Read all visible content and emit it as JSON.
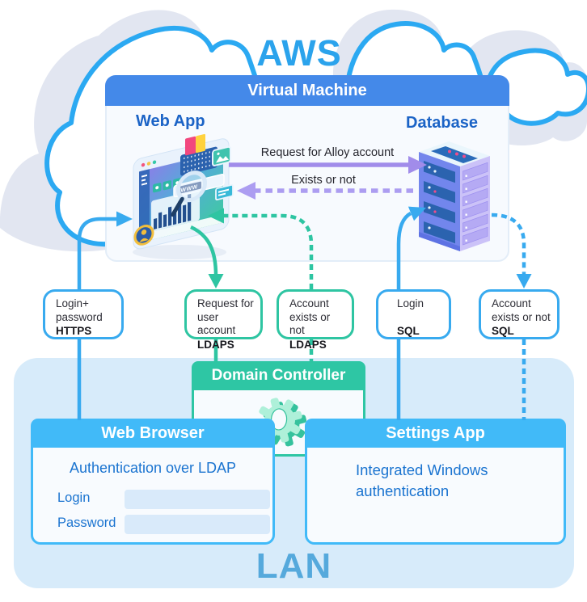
{
  "cloud": {
    "provider_label": "AWS"
  },
  "virtual_machine": {
    "title": "Virtual Machine",
    "web_app_label": "Web App",
    "database_label": "Database",
    "request_arrow_label": "Request for Alloy account",
    "response_arrow_label": "Exists or not",
    "www_text": "WWW"
  },
  "protocol_labels": [
    {
      "line1": "Login+",
      "line2": "password",
      "protocol": "HTTPS"
    },
    {
      "line1": "Request for",
      "line2": "user account",
      "protocol": "LDAPS"
    },
    {
      "line1": "Account",
      "line2": "exists or not",
      "protocol": "LDAPS"
    },
    {
      "line1": "Login",
      "line2": "",
      "protocol": "SQL"
    },
    {
      "line1": "Account",
      "line2": "exists or not",
      "protocol": "SQL"
    }
  ],
  "lan": {
    "label": "LAN",
    "domain_controller": {
      "title": "Domain Controller"
    },
    "web_browser": {
      "title": "Web Browser",
      "subtitle": "Authentication over LDAP",
      "login_label": "Login",
      "password_label": "Password",
      "login_value": "",
      "password_value": ""
    },
    "settings_app": {
      "title": "Settings App",
      "description": "Integrated Windows authentication"
    }
  },
  "colors": {
    "blue_line": "#38AAEF",
    "teal_line": "#2EC5A2",
    "purple_solid_line": "#A18CEA",
    "purple_dashed_line": "#AC9DF1",
    "vm_header": "#4489E9",
    "app_header": "#41BAF8",
    "dc_header": "#2EC6A4",
    "lan_bg": "#D7EBFA",
    "cloud_outline": "#2BA9F2",
    "accent_text": "#1B74D0"
  }
}
